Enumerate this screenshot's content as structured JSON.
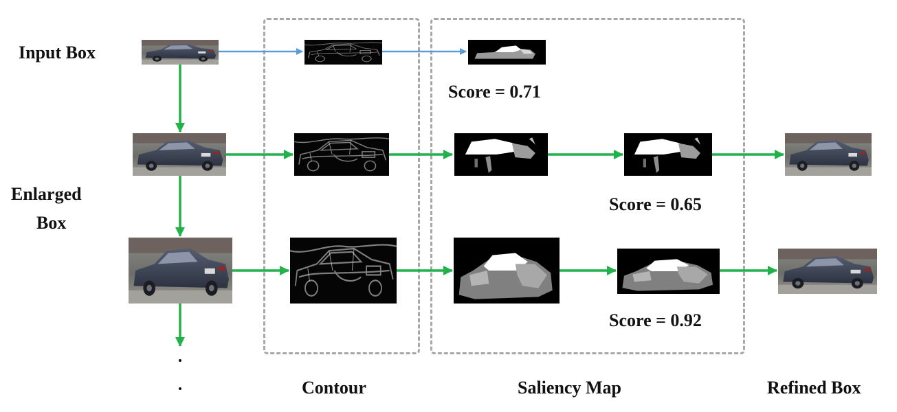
{
  "labels": {
    "input_box": "Input Box",
    "enlarged_line1": "Enlarged",
    "enlarged_line2": "Box",
    "contour": "Contour",
    "saliency_map": "Saliency Map",
    "refined_box": "Refined Box"
  },
  "scores": {
    "row1": "Score = 0.71",
    "row2": "Score = 0.65",
    "row3": "Score = 0.92"
  },
  "colors": {
    "blue_arrow": "#5b9bd5",
    "green_arrow": "#22b24c",
    "dashed_border": "#a7a7a7",
    "car_body": "#3a4152",
    "saliency_bg": "#000000"
  },
  "icons": {
    "car_photo": "car-photo-icon",
    "contour_map": "contour-map-icon",
    "saliency_map": "saliency-map-icon"
  }
}
